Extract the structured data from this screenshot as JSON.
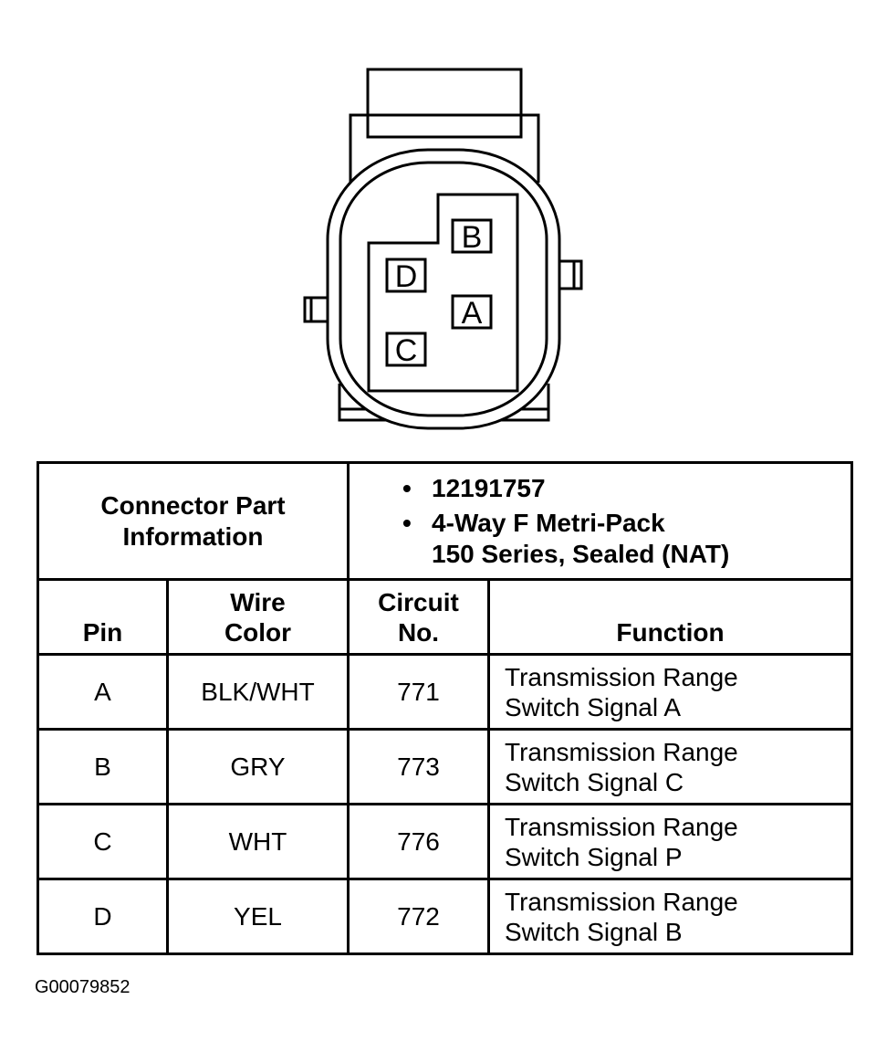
{
  "connector": {
    "pins": [
      {
        "label": "B"
      },
      {
        "label": "D"
      },
      {
        "label": "A"
      },
      {
        "label": "C"
      }
    ]
  },
  "table": {
    "info_title_line1": "Connector Part",
    "info_title_line2": "Information",
    "part_number": "12191757",
    "part_desc_line1": "4-Way F Metri-Pack",
    "part_desc_line2": "150 Series, Sealed (NAT)",
    "headers": {
      "pin": "Pin",
      "wire_line1": "Wire",
      "wire_line2": "Color",
      "circuit_line1": "Circuit",
      "circuit_line2": "No.",
      "function": "Function"
    },
    "rows": [
      {
        "pin": "A",
        "wire": "BLK/WHT",
        "circuit": "771",
        "function_line1": "Transmission Range",
        "function_line2": "Switch Signal A"
      },
      {
        "pin": "B",
        "wire": "GRY",
        "circuit": "773",
        "function_line1": "Transmission Range",
        "function_line2": "Switch Signal C"
      },
      {
        "pin": "C",
        "wire": "WHT",
        "circuit": "776",
        "function_line1": "Transmission Range",
        "function_line2": "Switch Signal P"
      },
      {
        "pin": "D",
        "wire": "YEL",
        "circuit": "772",
        "function_line1": "Transmission Range",
        "function_line2": "Switch Signal B"
      }
    ]
  },
  "figure_id": "G00079852"
}
